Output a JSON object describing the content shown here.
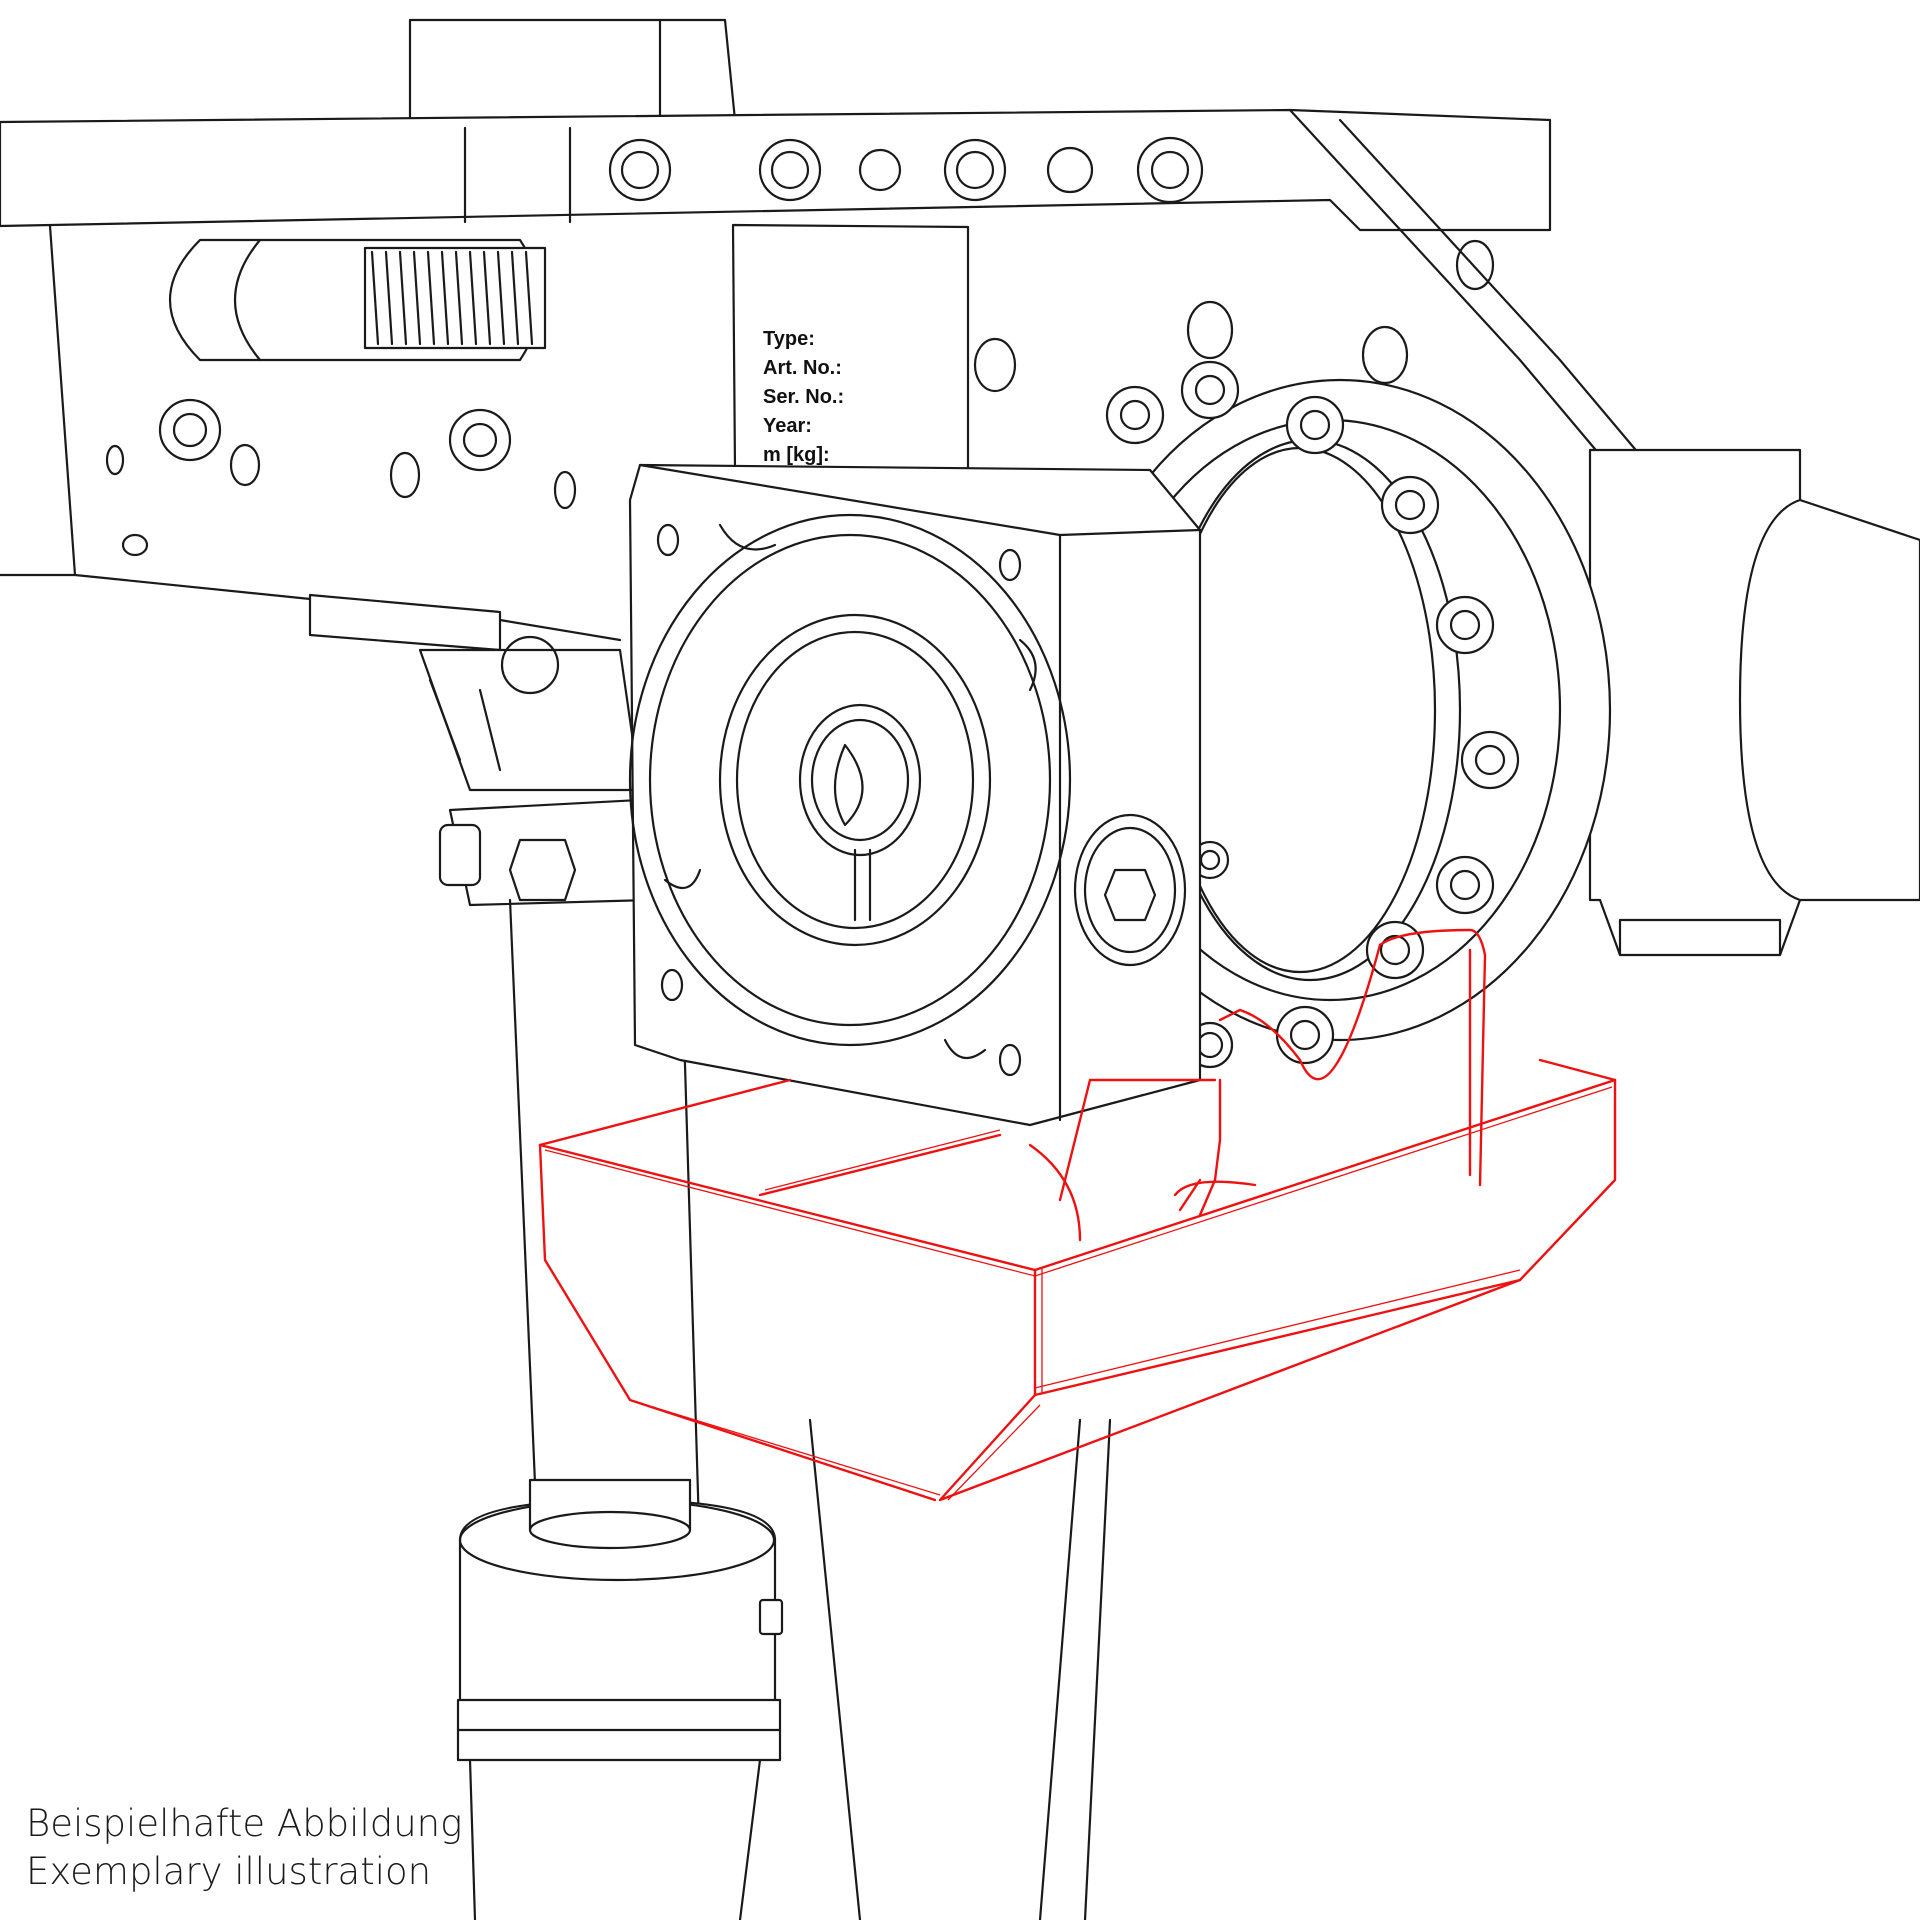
{
  "type_plate": {
    "type_label": "Type:",
    "art_no_label": "Art. No.:",
    "ser_no_label": "Ser. No.:",
    "year_label": "Year:",
    "mass_label": "m [kg]:"
  },
  "caption": {
    "line_de": "Beispielhafte Abbildung",
    "line_en": "Exemplary illustration"
  },
  "colors": {
    "line_art": "#1a1a1a",
    "highlight": "#ee1111",
    "background": "#ffffff"
  }
}
